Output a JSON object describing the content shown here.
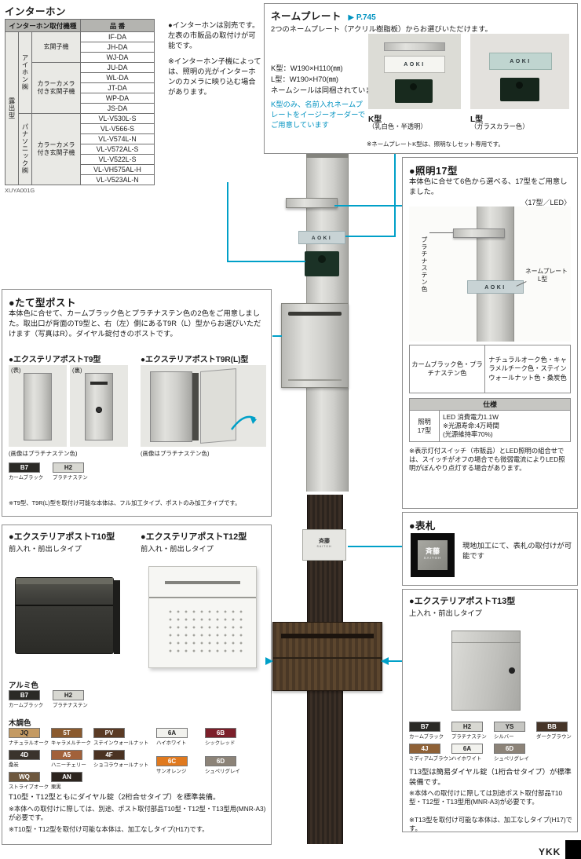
{
  "intercom": {
    "title": "インターホン",
    "header_model": "インターホン取付機種",
    "header_part": "品 番",
    "side_label": "露出型",
    "brand_aiphone": "アイホン㈱",
    "brand_panasonic": "パナソニック㈱",
    "type_door": "玄関子機",
    "type_camera": "カラーカメラ付き玄関子機",
    "models": [
      "IF-DA",
      "JH-DA",
      "WJ-DA",
      "JU-DA",
      "WL-DA",
      "JT-DA",
      "WP-DA",
      "JS-DA",
      "VL-V530L-S",
      "VL-V566-S",
      "VL-V574L-N",
      "VL-V572AL-S",
      "VL-V522L-S",
      "VL-VH575AL-H",
      "VL-V523AL-N"
    ],
    "code": "XUYA001G",
    "note1": "●インターホンは別売です。左表の市販品の取付けが可能です。",
    "note2": "※インターホン子機によっては、照明の光がインターホンのカメラに映り込む場合があります。"
  },
  "nameplate": {
    "title": "ネームプレート",
    "page_ref": "▶ P.745",
    "desc": "2つのネームプレート（アクリル樹脂板）からお選びいただけます。",
    "size_k": "K型：W190×H110(㎜)",
    "size_l": "L型：W190×H70(㎜)",
    "included": "ネームシールは同梱されています",
    "order_note": "K型のみ、名前入れネームプレートをイージーオーダーでご用意しています",
    "k_label": "K型",
    "k_sub": "（乳白色・半透明）",
    "l_label": "L型",
    "l_sub": "（ガラスカラー色）",
    "footnote": "※ネームプレートK型は、照明なしセット専用です。",
    "sample_name": "AOKI"
  },
  "lighting": {
    "title": "●照明17型",
    "desc": "本体色に合せて6色から選べる、17型をご用意しました。",
    "variant": "〈17型／LED〉",
    "callout_color": "プラチナステン色",
    "callout_plate1": "ネームプレート",
    "callout_plate2": "L型",
    "sample_name": "AOKI",
    "colors_left": "カームブラック色・プラチナステン色",
    "colors_right": "ナチュラルオーク色・キャラメルチーク色・ステインウォールナット色・桑炭色",
    "spec_header": "仕様",
    "spec_label1": "照明",
    "spec_label2": "17型",
    "spec_line1": "LED 消費電力1.1W",
    "spec_line2": "※光源寿命:4万時間",
    "spec_line3": "(光源維持率70%)",
    "footnote": "※表示灯付スイッチ（市販品）とLED照明の組合せでは、スイッチがオフの場合でも微弱電流によりLED照明がぼんやり点灯する場合があります。"
  },
  "vertical_post": {
    "title": "●たて型ポスト",
    "desc": "本体色に合せて、カームブラック色とプラチナステン色の2色をご用意しました。取出口が背面のT9型と、右（左）側にあるT9R（L）型からお選びいただけます（写真はR）。ダイヤル錠付きのポストです。",
    "t9_title": "●エクステリアポストT9型",
    "t9r_title": "●エクステリアポストT9R(L)型",
    "front_label": "(表)",
    "back_label": "(裏)",
    "caption": "(画像はプラチナステン色)",
    "chips": [
      {
        "code": "B7",
        "label": "カームブラック",
        "color": "#2b2a26"
      },
      {
        "code": "H2",
        "label": "プラチナステン",
        "color": "#d8d8d2"
      }
    ],
    "footnote": "※T9型、T9R(L)型を取付け可能な本体は、フル加工タイプ、ポストのみ加工タイプです。"
  },
  "t10": {
    "title": "●エクステリアポストT10型",
    "subtitle": "前入れ・前出しタイプ",
    "alumi_label": "アルミ色",
    "alumi_chips": [
      {
        "code": "B7",
        "label": "カームブラック",
        "color": "#2b2a26"
      },
      {
        "code": "H2",
        "label": "プラチナステン",
        "color": "#d8d8d2"
      }
    ],
    "wood_label": "木調色",
    "wood_chips": [
      {
        "code": "JQ",
        "label": "ナチュラルオーク",
        "color": "#c49a62"
      },
      {
        "code": "5T",
        "label": "キャラメルチーク",
        "color": "#8a5a2e"
      },
      {
        "code": "PV",
        "label": "ステインウォールナット",
        "color": "#5a3a24"
      },
      {
        "code": "4D",
        "label": "桑炭",
        "color": "#3a332c"
      },
      {
        "code": "A5",
        "label": "ハニーチェリー",
        "color": "#a2613a"
      },
      {
        "code": "4F",
        "label": "ショコラウォールナット",
        "color": "#4a3222"
      },
      {
        "code": "WQ",
        "label": "ストライプオーク",
        "color": "#6e583e"
      },
      {
        "code": "AN",
        "label": "栗黒",
        "color": "#2c241e"
      }
    ],
    "accent_chips": [
      {
        "code": "6A",
        "label": "ハイホワイト",
        "color": "#f2f2ee"
      },
      {
        "code": "6B",
        "label": "シックレッド",
        "color": "#7c1f2a"
      },
      {
        "code": "6C",
        "label": "サンオレンジ",
        "color": "#e0791e"
      },
      {
        "code": "6D",
        "label": "シュペリグレイ",
        "color": "#8c8378"
      }
    ],
    "lock_note": "T10型・T12型ともにダイヤル錠（2桁合せタイプ）を標準装備。",
    "note1": "※本体への取付けに際しては、別途、ポスト取付部品T10型・T12型・T13型用(MNR-A3)が必要です。",
    "note2": "※T10型・T12型を取付け可能な本体は、加工なしタイプ(H17)です。"
  },
  "t12": {
    "title": "●エクステリアポストT12型",
    "subtitle": "前入れ・前出しタイプ"
  },
  "hyosatsu": {
    "title": "●表札",
    "desc": "現地加工にて、表札の取付けが可能です",
    "sample_name": "斉藤",
    "sample_romaji": "SAITOH"
  },
  "t13": {
    "title": "●エクステリアポストT13型",
    "subtitle": "上入れ・前出しタイプ",
    "chips": [
      {
        "code": "B7",
        "label": "カームブラック",
        "color": "#2b2a26"
      },
      {
        "code": "H2",
        "label": "プラチナステン",
        "color": "#d8d8d2"
      },
      {
        "code": "YS",
        "label": "シルバー",
        "color": "#c6c6c2"
      },
      {
        "code": "BB",
        "label": "ダークブラウン",
        "color": "#463528"
      },
      {
        "code": "4J",
        "label": "ミディアムブラウン",
        "color": "#8f6136"
      },
      {
        "code": "6A",
        "label": "ハイホワイト",
        "color": "#f2f2ee"
      },
      {
        "code": "6D",
        "label": "シュペリグレイ",
        "color": "#8c8378"
      }
    ],
    "lock_note": "T13型は簡易ダイヤル錠（1桁合せタイプ）が標準装備です。",
    "note1": "※本体への取付けに際しては別途ポスト取付部品T10型・T12型・T13型用(MNR-A3)が必要です。",
    "note2": "※T13型を取付け可能な本体は、加工なしタイプ(H17)です。"
  },
  "footer": {
    "brand": "YKK"
  }
}
